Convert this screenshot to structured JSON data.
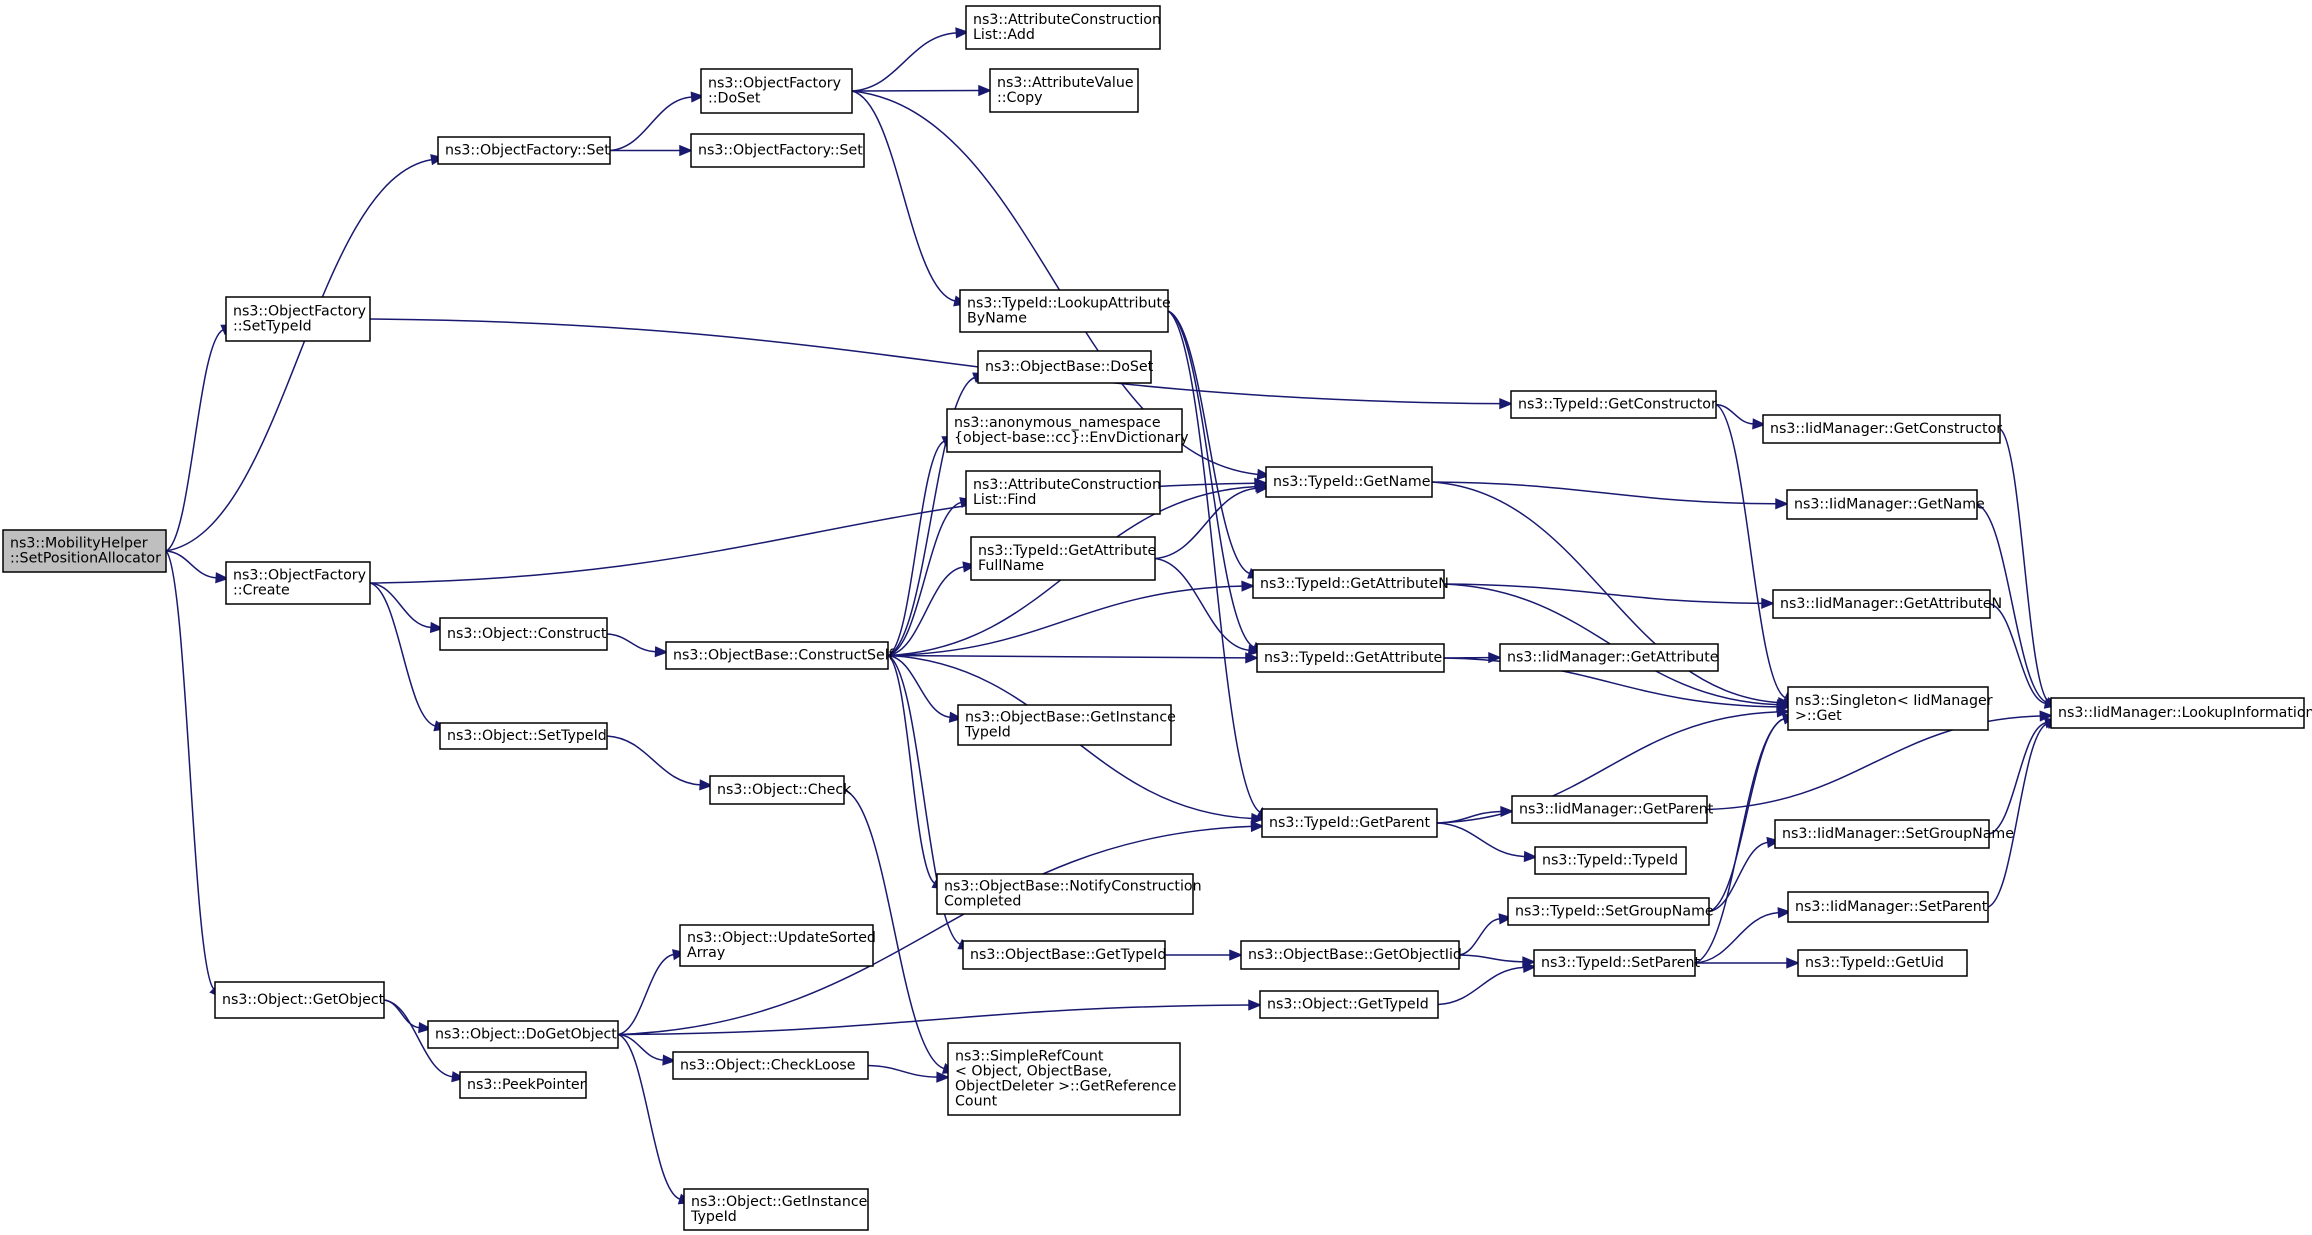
{
  "colors": {
    "edge": "#191970",
    "root_fill": "#bfbfbf",
    "node_fill": "#ffffff",
    "border": "#000000"
  },
  "nodes": [
    {
      "id": "root",
      "lines": [
        "ns3::MobilityHelper",
        "::SetPositionAllocator"
      ],
      "root": true
    },
    {
      "id": "of_set",
      "lines": [
        "ns3::ObjectFactory::Set"
      ]
    },
    {
      "id": "of_settypeid",
      "lines": [
        "ns3::ObjectFactory",
        "::SetTypeId"
      ]
    },
    {
      "id": "of_create",
      "lines": [
        "ns3::ObjectFactory",
        "::Create"
      ]
    },
    {
      "id": "obj_getobject",
      "lines": [
        "ns3::Object::GetObject"
      ]
    },
    {
      "id": "of_doset",
      "lines": [
        "ns3::ObjectFactory",
        "::DoSet"
      ]
    },
    {
      "id": "of_set2",
      "lines": [
        "ns3::ObjectFactory::Set"
      ]
    },
    {
      "id": "acl_add",
      "lines": [
        "ns3::AttributeConstruction",
        "List::Add"
      ]
    },
    {
      "id": "av_copy",
      "lines": [
        "ns3::AttributeValue",
        "::Copy"
      ]
    },
    {
      "id": "tid_lookup",
      "lines": [
        "ns3::TypeId::LookupAttribute",
        "ByName"
      ]
    },
    {
      "id": "ob_doset",
      "lines": [
        "ns3::ObjectBase::DoSet"
      ]
    },
    {
      "id": "envdict",
      "lines": [
        "ns3::anonymous_namespace",
        "{object-base::cc}::EnvDictionary"
      ]
    },
    {
      "id": "acl_find",
      "lines": [
        "ns3::AttributeConstruction",
        "List::Find"
      ]
    },
    {
      "id": "tid_getattrfull",
      "lines": [
        "ns3::TypeId::GetAttribute",
        "FullName"
      ]
    },
    {
      "id": "obj_construct",
      "lines": [
        "ns3::Object::Construct"
      ]
    },
    {
      "id": "ob_constructself",
      "lines": [
        "ns3::ObjectBase::ConstructSelf"
      ]
    },
    {
      "id": "obj_settypeid",
      "lines": [
        "ns3::Object::SetTypeId"
      ]
    },
    {
      "id": "obj_check",
      "lines": [
        "ns3::Object::Check"
      ]
    },
    {
      "id": "ob_getinstance",
      "lines": [
        "ns3::ObjectBase::GetInstance",
        "TypeId"
      ]
    },
    {
      "id": "ob_notify",
      "lines": [
        "ns3::ObjectBase::NotifyConstruction",
        "Completed"
      ]
    },
    {
      "id": "ob_gettypeid",
      "lines": [
        "ns3::ObjectBase::GetTypeId"
      ]
    },
    {
      "id": "obj_updatesorted",
      "lines": [
        "ns3::Object::UpdateSorted",
        "Array"
      ]
    },
    {
      "id": "obj_dogetobject",
      "lines": [
        "ns3::Object::DoGetObject"
      ]
    },
    {
      "id": "obj_checkloose",
      "lines": [
        "ns3::Object::CheckLoose"
      ]
    },
    {
      "id": "refcount",
      "lines": [
        "ns3::SimpleRefCount",
        "< Object, ObjectBase,",
        "ObjectDeleter >::GetReference",
        "Count"
      ]
    },
    {
      "id": "peekpointer",
      "lines": [
        "ns3::PeekPointer"
      ]
    },
    {
      "id": "obj_getinstance",
      "lines": [
        "ns3::Object::GetInstance",
        "TypeId"
      ]
    },
    {
      "id": "tid_getname",
      "lines": [
        "ns3::TypeId::GetName"
      ]
    },
    {
      "id": "tid_getattrn",
      "lines": [
        "ns3::TypeId::GetAttributeN"
      ]
    },
    {
      "id": "tid_getattr",
      "lines": [
        "ns3::TypeId::GetAttribute"
      ]
    },
    {
      "id": "tid_getparent",
      "lines": [
        "ns3::TypeId::GetParent"
      ]
    },
    {
      "id": "ob_getobjectiid",
      "lines": [
        "ns3::ObjectBase::GetObjectIid"
      ]
    },
    {
      "id": "obj_gettypeid",
      "lines": [
        "ns3::Object::GetTypeId"
      ]
    },
    {
      "id": "tid_getconstructor",
      "lines": [
        "ns3::TypeId::GetConstructor"
      ]
    },
    {
      "id": "iid_getconstructor",
      "lines": [
        "ns3::IidManager::GetConstructor"
      ]
    },
    {
      "id": "iid_getname",
      "lines": [
        "ns3::IidManager::GetName"
      ]
    },
    {
      "id": "iid_getattrn",
      "lines": [
        "ns3::IidManager::GetAttributeN"
      ]
    },
    {
      "id": "iid_getattr",
      "lines": [
        "ns3::IidManager::GetAttribute"
      ]
    },
    {
      "id": "singleton_get",
      "lines": [
        "ns3::Singleton< IidManager",
        " >::Get"
      ]
    },
    {
      "id": "iid_getparent",
      "lines": [
        "ns3::IidManager::GetParent"
      ]
    },
    {
      "id": "tid_typeid",
      "lines": [
        "ns3::TypeId::TypeId"
      ]
    },
    {
      "id": "tid_setgroupname",
      "lines": [
        "ns3::TypeId::SetGroupName"
      ]
    },
    {
      "id": "tid_setparent",
      "lines": [
        "ns3::TypeId::SetParent"
      ]
    },
    {
      "id": "iid_setgroupname",
      "lines": [
        "ns3::IidManager::SetGroupName"
      ]
    },
    {
      "id": "iid_setparent",
      "lines": [
        "ns3::IidManager::SetParent"
      ]
    },
    {
      "id": "tid_getuid",
      "lines": [
        "ns3::TypeId::GetUid"
      ]
    },
    {
      "id": "iid_lookup",
      "lines": [
        "ns3::IidManager::LookupInformation"
      ]
    }
  ],
  "edges": [
    [
      "root",
      "of_set"
    ],
    [
      "root",
      "of_settypeid"
    ],
    [
      "root",
      "of_create"
    ],
    [
      "root",
      "obj_getobject"
    ],
    [
      "of_set",
      "of_doset"
    ],
    [
      "of_set",
      "of_set2"
    ],
    [
      "of_doset",
      "acl_add"
    ],
    [
      "of_doset",
      "av_copy"
    ],
    [
      "of_doset",
      "tid_lookup"
    ],
    [
      "of_doset",
      "tid_getname"
    ],
    [
      "of_settypeid",
      "tid_getconstructor"
    ],
    [
      "of_create",
      "tid_getname"
    ],
    [
      "of_create",
      "obj_construct"
    ],
    [
      "of_create",
      "obj_settypeid"
    ],
    [
      "obj_construct",
      "ob_constructself"
    ],
    [
      "obj_settypeid",
      "obj_check"
    ],
    [
      "obj_check",
      "refcount"
    ],
    [
      "ob_constructself",
      "ob_doset"
    ],
    [
      "ob_constructself",
      "envdict"
    ],
    [
      "ob_constructself",
      "acl_find"
    ],
    [
      "ob_constructself",
      "tid_getattrfull"
    ],
    [
      "ob_constructself",
      "tid_getattrn"
    ],
    [
      "ob_constructself",
      "tid_getattr"
    ],
    [
      "ob_constructself",
      "ob_getinstance"
    ],
    [
      "ob_constructself",
      "tid_getname"
    ],
    [
      "ob_constructself",
      "tid_getparent"
    ],
    [
      "ob_constructself",
      "ob_notify"
    ],
    [
      "ob_constructself",
      "ob_gettypeid"
    ],
    [
      "tid_lookup",
      "tid_getattrn"
    ],
    [
      "tid_lookup",
      "tid_getattr"
    ],
    [
      "tid_lookup",
      "tid_getparent"
    ],
    [
      "tid_getattrfull",
      "tid_getname"
    ],
    [
      "tid_getattrfull",
      "tid_getattr"
    ],
    [
      "ob_gettypeid",
      "ob_getobjectiid"
    ],
    [
      "ob_getobjectiid",
      "tid_setgroupname"
    ],
    [
      "ob_getobjectiid",
      "tid_setparent"
    ],
    [
      "obj_getobject",
      "obj_dogetobject"
    ],
    [
      "obj_getobject",
      "peekpointer"
    ],
    [
      "obj_dogetobject",
      "obj_updatesorted"
    ],
    [
      "obj_dogetobject",
      "obj_gettypeid"
    ],
    [
      "obj_dogetobject",
      "obj_checkloose"
    ],
    [
      "obj_dogetobject",
      "tid_getparent"
    ],
    [
      "obj_dogetobject",
      "obj_getinstance"
    ],
    [
      "obj_checkloose",
      "refcount"
    ],
    [
      "obj_gettypeid",
      "tid_setparent"
    ],
    [
      "tid_getconstructor",
      "iid_getconstructor"
    ],
    [
      "tid_getconstructor",
      "singleton_get"
    ],
    [
      "tid_getname",
      "iid_getname"
    ],
    [
      "tid_getname",
      "singleton_get"
    ],
    [
      "tid_getattrn",
      "iid_getattrn"
    ],
    [
      "tid_getattrn",
      "singleton_get"
    ],
    [
      "tid_getattr",
      "iid_getattr"
    ],
    [
      "tid_getattr",
      "singleton_get"
    ],
    [
      "tid_getparent",
      "singleton_get"
    ],
    [
      "tid_getparent",
      "iid_getparent"
    ],
    [
      "tid_getparent",
      "tid_typeid"
    ],
    [
      "tid_setgroupname",
      "singleton_get"
    ],
    [
      "tid_setgroupname",
      "iid_setgroupname"
    ],
    [
      "tid_setparent",
      "singleton_get"
    ],
    [
      "tid_setparent",
      "iid_setparent"
    ],
    [
      "tid_setparent",
      "tid_getuid"
    ],
    [
      "iid_getconstructor",
      "iid_lookup"
    ],
    [
      "iid_getname",
      "iid_lookup"
    ],
    [
      "iid_getattrn",
      "iid_lookup"
    ],
    [
      "iid_getparent",
      "iid_lookup"
    ],
    [
      "iid_setgroupname",
      "iid_lookup"
    ],
    [
      "iid_setparent",
      "iid_lookup"
    ]
  ]
}
